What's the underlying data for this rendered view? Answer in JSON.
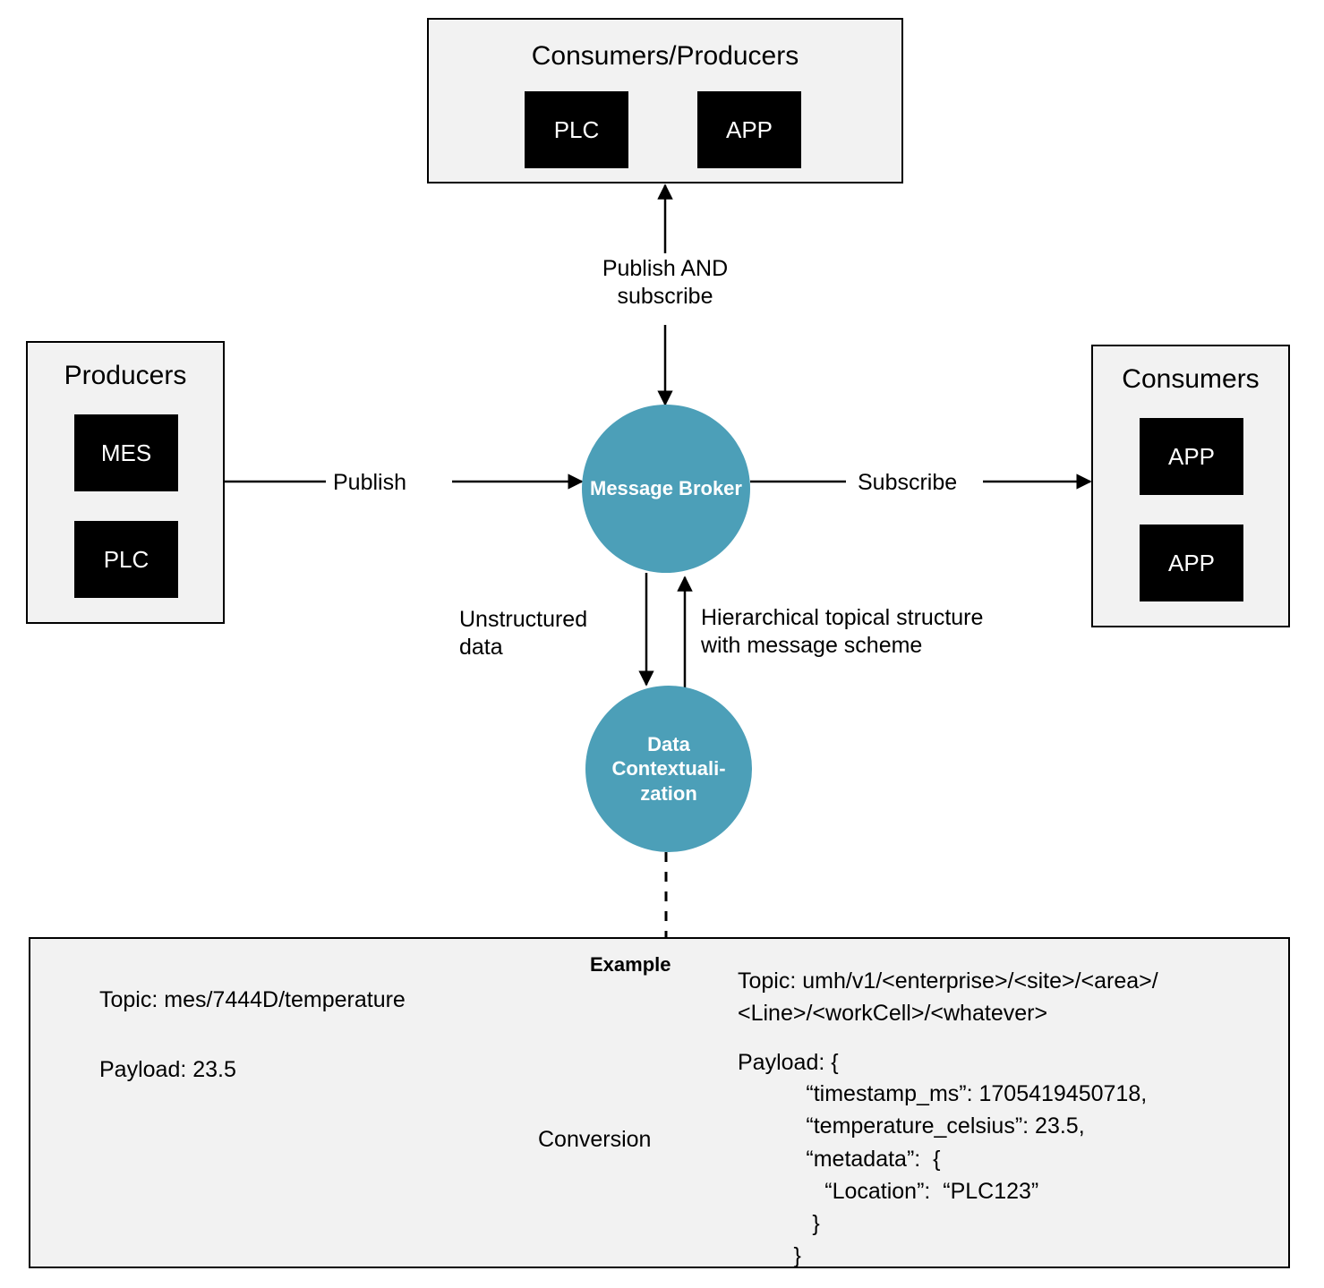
{
  "diagram": {
    "title": "Unified Namespace message broker architecture",
    "accent_color": "#4c9fb8",
    "box_fill": "#f2f2f2",
    "chip_fill": "#000000",
    "line_color": "#000000"
  },
  "consumers_producers_box": {
    "title": "Consumers/Producers",
    "chips": [
      {
        "label": "PLC"
      },
      {
        "label": "APP"
      }
    ]
  },
  "producers_box": {
    "title": "Producers",
    "chips": [
      {
        "label": "MES"
      },
      {
        "label": "PLC"
      }
    ]
  },
  "consumers_box": {
    "title": "Consumers",
    "chips": [
      {
        "label": "APP"
      },
      {
        "label": "APP"
      }
    ]
  },
  "nodes": {
    "message_broker": "Message\nBroker",
    "data_contextualization": "Data\nContextuali-\nzation"
  },
  "edges": {
    "publish_and_subscribe": "Publish AND\nsubscribe",
    "publish": "Publish",
    "subscribe": "Subscribe",
    "unstructured_data": "Unstructured\ndata",
    "hierarchical": "Hierarchical topical structure\nwith message scheme",
    "conversion": "Conversion"
  },
  "example_panel": {
    "title": "Example",
    "left": {
      "topic": "Topic: mes/7444D/temperature",
      "payload": "Payload: 23.5"
    },
    "right": {
      "topic": "Topic: umh/v1/<enterprise>/<site>/<area>/\n<Line>/<workCell>/<whatever>",
      "payload_label": "Payload:   {",
      "payload_lines": "           “timestamp_ms”: 1705419450718,\n           “temperature_celsius”: 23.5,\n           “metadata”:  {\n              “Location”:  “PLC123”\n            }\n         }"
    }
  }
}
